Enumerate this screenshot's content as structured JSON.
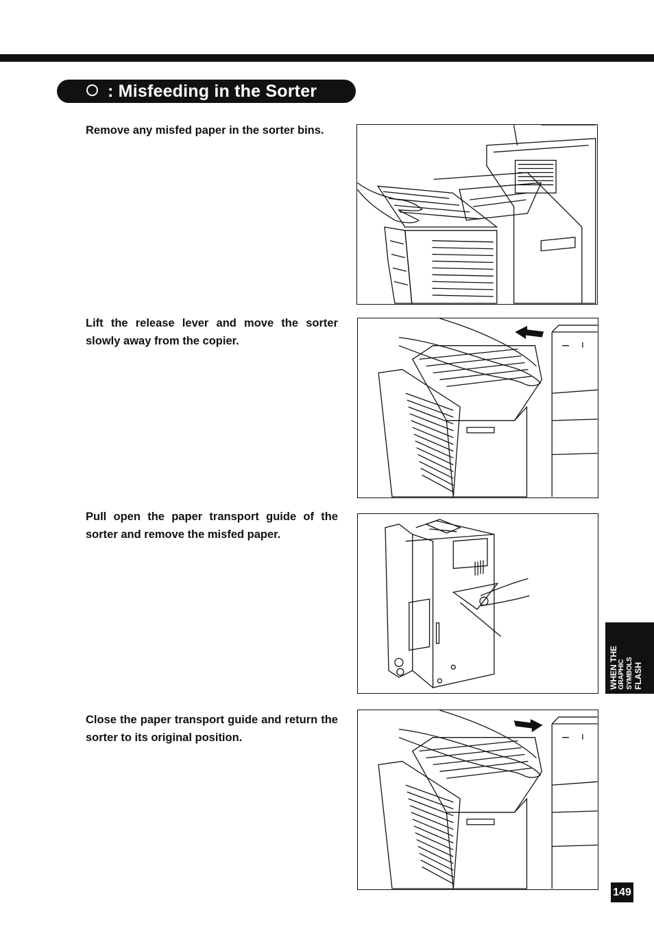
{
  "header": {
    "title": ": Misfeeding in the Sorter",
    "title_icon": "circle-outline-icon"
  },
  "steps": [
    {
      "text": "Remove any misfed paper in the sorter bins."
    },
    {
      "text": "Lift the release lever and move the sorter slowly away from the copier."
    },
    {
      "text": "Pull open the paper transport guide of the sorter and remove the misfed paper."
    },
    {
      "text": "Close the paper transport guide and return the sorter to its original position."
    }
  ],
  "side_tab": {
    "line1": "WHEN THE",
    "line2": "GRAPHIC SYMBOLS",
    "line3": "FLASH"
  },
  "page_number": "149",
  "colors": {
    "ink": "#111111",
    "paper": "#ffffff"
  }
}
